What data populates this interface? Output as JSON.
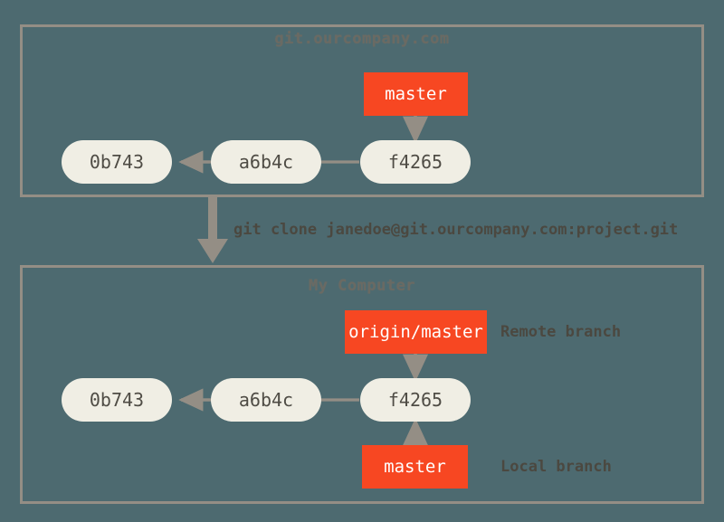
{
  "diagram": {
    "title": "Git clone remote/local branch diagram",
    "background_color": "#4d6a70",
    "border_color": "#948e85",
    "arrow_color": "#948e85",
    "commit_fill": "#f0eee4",
    "commit_text_color": "#4f4c45",
    "branch_fill": "#f74722",
    "branch_text_color": "#ffffff",
    "label_text_color": "#4b4840",
    "panel_title_color": "#6d6a62"
  },
  "panels": [
    {
      "id": "remote-server",
      "title": "git.ourcompany.com",
      "commits": [
        {
          "id": "c1",
          "label": "0b743"
        },
        {
          "id": "c2",
          "label": "a6b4c"
        },
        {
          "id": "c3",
          "label": "f4265"
        }
      ],
      "branches": [
        {
          "id": "remote-master",
          "label": "master",
          "points_to": "f4265"
        }
      ]
    },
    {
      "id": "my-computer",
      "title": "My Computer",
      "commits": [
        {
          "id": "c1",
          "label": "0b743"
        },
        {
          "id": "c2",
          "label": "a6b4c"
        },
        {
          "id": "c3",
          "label": "f4265"
        }
      ],
      "branches": [
        {
          "id": "origin-master",
          "label": "origin/master",
          "points_to": "f4265",
          "side_label": "Remote branch"
        },
        {
          "id": "local-master",
          "label": "master",
          "points_to": "f4265",
          "side_label": "Local branch"
        }
      ]
    }
  ],
  "transition": {
    "command": "git clone janedoe@git.ourcompany.com:project.git",
    "arrow": "down-arrow-icon"
  }
}
